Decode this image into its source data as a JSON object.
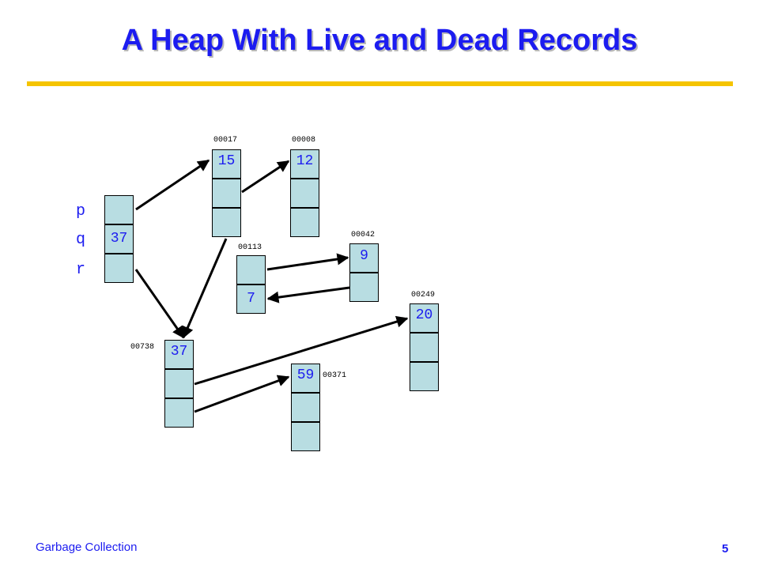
{
  "slide": {
    "title": "A Heap With Live and Dead Records",
    "footer_left": "Garbage Collection",
    "page_number": "5",
    "colors": {
      "title": "#1c1cf0",
      "rule": "#f5c400",
      "cell_fill": "#b8dde2",
      "arrow": "#000000"
    }
  },
  "roots": {
    "labels": [
      "p",
      "q",
      "r"
    ],
    "values": [
      "",
      "37",
      ""
    ]
  },
  "records": [
    {
      "address": "00017",
      "fields": [
        "15",
        "",
        ""
      ]
    },
    {
      "address": "00008",
      "fields": [
        "12",
        "",
        ""
      ]
    },
    {
      "address": "00113",
      "fields": [
        "",
        "7"
      ]
    },
    {
      "address": "00042",
      "fields": [
        "9",
        ""
      ]
    },
    {
      "address": "00249",
      "fields": [
        "20",
        "",
        ""
      ]
    },
    {
      "address": "00738",
      "fields": [
        "37",
        "",
        ""
      ]
    },
    {
      "address": "00371",
      "fields": [
        "59",
        "",
        ""
      ]
    }
  ]
}
